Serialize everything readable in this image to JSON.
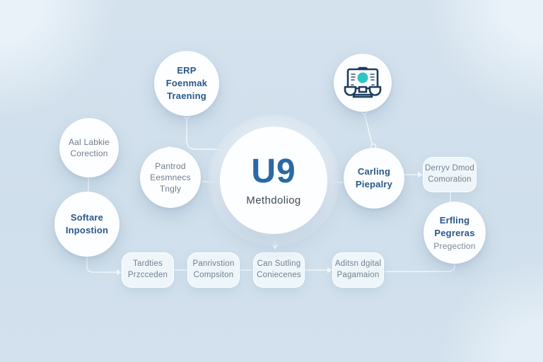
{
  "diagram": {
    "center": {
      "title": "U9",
      "subtitle": "Methdoliog"
    },
    "nodes": {
      "erp": {
        "label": "ERP\nFoenmak\nTraening"
      },
      "laptop": {
        "icon": "laptop-presentation-icon"
      },
      "aal": {
        "label": "Aal Labkie\nCorection"
      },
      "pantrod": {
        "label": "Pantrod\nEesmnecs\nTngly"
      },
      "carling": {
        "label": "Carling\nPiepalry"
      },
      "softare": {
        "label": "Softare\nInpostion"
      },
      "derryv": {
        "label": "Derryv Dmod\nComoration"
      },
      "erfling": {
        "label_bold": "Erfling\nPegreras",
        "label_sub": "Pregection"
      },
      "tardties": {
        "label": "Tardties\nPrzcceden"
      },
      "panrivstion": {
        "label": "Panrivstion\nCompsiton"
      },
      "cansutling": {
        "label": "Can Sutling\nConiecenes"
      },
      "aditsn": {
        "label": "Aditsn dgital\nPagamaion"
      }
    },
    "colors": {
      "background": "#d2e1ed",
      "node_fill": "#fdfeff",
      "accent_navy": "#28578a",
      "title_blue": "#2a69a6",
      "text_gray": "#6e7c8a",
      "icon_teal": "#2fc4c4",
      "icon_navy": "#1d3d5e",
      "connector": "#f2f7fb"
    }
  }
}
